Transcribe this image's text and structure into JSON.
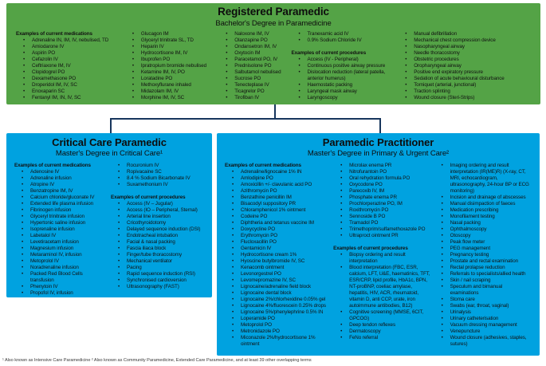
{
  "colors": {
    "green_box": "#54A346",
    "blue_box": "#00A2E0",
    "connector": "#17365D",
    "title_text": "#0D0D0D",
    "body_text": "#111111"
  },
  "footnote": "¹ Also known as Intensive Care Paramedicine ² Also known as Community Paramedicine, Extended Care Paramedicine, and at least 39 other overlapping terms",
  "boxes": {
    "registered": {
      "title": "Registered Paramedic",
      "subtitle": "Bachelor's Degree in Paramedicine",
      "columns": [
        [
          {
            "header": "Examples of current medications",
            "items": [
              "Adrenaline IN, IM, IV, nebulised, TD",
              "Amiodarone IV",
              "Aspirin PO",
              "Cefazolin IV",
              "Ceftriaxone IM, IV",
              "Clopidogrel PO",
              "Dexamethasone PO",
              "Droperidol IM, IV, SC",
              "Enoxaparin SC",
              "Fentanyl IM, IN, IV, SC"
            ]
          }
        ],
        [
          {
            "items": [
              "Glucagon IM",
              "Glyceryl trinitrate SL, TD",
              "Heparin IV",
              "Hydrocortisone IM, IV",
              "Ibuprofen PO",
              "Ipratropium bromide nebulised",
              "Ketamine IM, IV, PO",
              "Loratadine PO",
              "Methoxyflurane inhaled",
              "Midazolam IM, IV",
              "Morphine IM, IV, SC"
            ]
          }
        ],
        [
          {
            "items": [
              "Naloxone IM, IV",
              "Olanzapine PO",
              "Ondansetron IM, IV",
              "Oxytocin IM",
              "Paracetamol PO, IV",
              "Prednisolone PO",
              "Salbutamol nebulised",
              "Sucrose PO",
              "Tenecteplase IV",
              "Ticagrelor PO",
              "Tirofiban IV"
            ]
          }
        ],
        [
          {
            "items": [
              "Tranexamic acid IV",
              "0.9% Sodium Chloride IV"
            ]
          },
          {
            "header": "Examples of current procedures",
            "items": [
              "Access (IV - Peripheral)",
              "Continuous positive airway pressure",
              "Dislocation reduction (lateral patella, anterior humerus)",
              "Haemostatic packing",
              "Laryngeal mask airway",
              "Laryngoscopy"
            ]
          }
        ],
        [
          {
            "items": [
              "Manual defibrillation",
              "Mechanical chest compression device",
              "Nasopharyngeal airway",
              "Needle thoracostomy",
              "Obstetric procedures",
              "Oropharyngeal airway",
              "Positive end expiratory pressure",
              "Sedation of acute behavioural disturbance",
              "Torniquet (arterial, junctional)",
              "Traction splinting",
              "Wound closure (Steri-Strips)"
            ]
          }
        ]
      ]
    },
    "critical": {
      "title": "Critical Care Paramedic",
      "subtitle": "Master's Degree in Critical Care¹",
      "columns": [
        [
          {
            "header": "Examples of current medications",
            "items": [
              "Adenosine IV",
              "Adrenaline infusion",
              "Atropine IV",
              "Benzatropine IM, IV",
              "Calcium chloride/gluconate IV",
              "Extended life plasma infusion",
              "Fibrinogen infusion",
              "Glyceryl trinitrate infusion",
              "Hypertonic saline infusion",
              "Isoprenaline infusion",
              "Labetalol IV",
              "Levetiracetam infusion",
              "Magnesium infusion",
              "Metaraminol IV, infusion",
              "Metoprolol IV",
              "Noradrenaline infusion",
              "Packed Red Blood Cells transfusion",
              "Phenytoin IV",
              "Propofol IV, infusion"
            ]
          }
        ],
        [
          {
            "items": [
              "Rocuronium IV",
              "Ropivacaine SC",
              "8.4 % Sodium Bicarbonate IV",
              "Suxamethonium IV"
            ]
          },
          {
            "header": "Examples of current procedures",
            "items": [
              "Access (IV – Jugular)",
              "Access (IO – Peripheral, Sternal)",
              "Arterial line insertion",
              "Cricothyroidotomy",
              "Delayed sequence induction (DSI)",
              "Endotracheal intubation",
              "Facial & nasal packing",
              "Fascia iliaca block",
              "Finger/tube thoracostomy",
              "Mechanical ventilator",
              "Pacing",
              "Rapid sequence induction (RSI)",
              "Synchronised cardioversion",
              "Ultrasonography (FAST)"
            ]
          }
        ]
      ]
    },
    "practitioner": {
      "title": "Paramedic Practitioner",
      "subtitle": "Master's Degree in Primary & Urgent Care²",
      "columns": [
        [
          {
            "header": "Examples of current medications",
            "items": [
              "Adrenaline/lignocaine 1% IN",
              "Amlodipine PO",
              "Amoxicillin +/- clavulanic acid PO",
              "Azithromycin PO",
              "Benzathine penicillin IM",
              "Bisacodyl suppository PR",
              "Chloramphenicol 1% ointment",
              "Codeine PO",
              "Diphtheria and tetanus vaccine IM",
              "Doxycycline PO",
              "Erythromycin PO",
              "Flucloxacillin PO",
              "Gentamicin IV",
              "Hydrocortisone cream 1%",
              "Hyoscine butylbromide IV, SC",
              "Kenacomb ointment",
              "Levonorgestrel PO",
              "Levomepromazine IV, SC",
              "Lignocaine/adrenaline field block",
              "Lignocaine dental block",
              "Lignocaine 2%/chlorhexidine 0.05% gel",
              "Lignocaine 4%/fluorescein 0.25% drops",
              "Lignocaine 5%/phenylephrine 0.5% IN",
              "Loperamide PO",
              "Metoprolol PO",
              "Metronidazole PO",
              "Miconazole 2%/hydrocortisone 1% ointment"
            ]
          }
        ],
        [
          {
            "items": [
              "Microlax enema PR",
              "Nitrofurantoin PO",
              "Oral rehydration formula PO",
              "Oxycodone PO",
              "Parecoxib IV, IM",
              "Phosphate enema PR",
              "Prochlorperazine PO, IM",
              "Roxithromycin PO",
              "Sennoside B PO",
              "Tramadol PO",
              "Trimethoprim/sulfamethoxazole PO",
              "Ultraproct ointment PR"
            ]
          },
          {
            "header": "Examples of current procedures",
            "items": [
              "Biopsy ordering and result interpretation",
              "Blood interpretation (FBC, ESR, calcium, LFT, U&E, haematinics, TFT, ESR/CRP, lipid profile, HbA1c, BPN, NT-proBNP, coeliac amylase, hepatitis, HIV, ACR, rheumatoid, vitamin D, anti CCP, urate, iron autoimmune antibodies, B12)",
              "Cognitive screening (MMSE, 6CIT, GPCOG)",
              "Deep tendon reflexes",
              "Dermatoscopy",
              "FeNo referral"
            ]
          }
        ],
        [
          {
            "items": [
              "Imaging ordering and result interpretation (IR(ME)R) (X-ray, CT, MRI, echocardiogram, ultrasonography, 24-hour BP or ECG monitoring)",
              "Incision and drainage of abscesses",
              "Manual disimpaction of faeces",
              "Medication prescribing",
              "Monofilament testing",
              "Nasal packing",
              "Ophthalmoscopy",
              "Otoscopy",
              "Peak flow meter",
              "PEG management",
              "Pregnancy testing",
              "Prostate and rectal examination",
              "Rectal prolapse reduction",
              "Referrals to specialists/allied health",
              "Skin / nail scraping",
              "Speculum and bimanual examinations",
              "Stoma care",
              "Swabs (ear, throat, vaginal)",
              "Urinalysis",
              "Urinary catheterisation",
              "Vacuum dressing management",
              "Venepuncture",
              "Wound closure (adhesives, staples, sutures)"
            ]
          }
        ]
      ]
    }
  }
}
